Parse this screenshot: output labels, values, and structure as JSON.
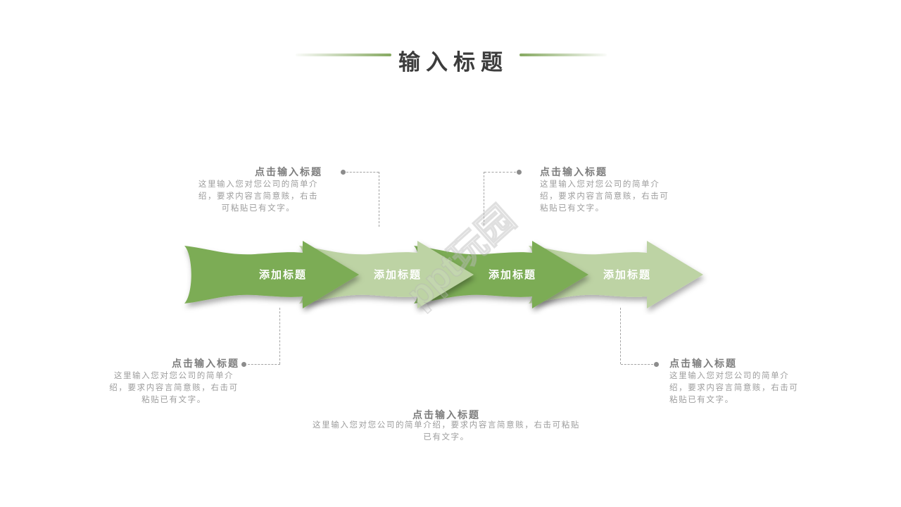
{
  "slide": {
    "title": "输入标题",
    "watermark": "ppt玩园",
    "arrows": [
      {
        "label": "添加标题",
        "tone": "dark"
      },
      {
        "label": "添加标题",
        "tone": "light"
      },
      {
        "label": "添加标题",
        "tone": "dark"
      },
      {
        "label": "添加标题",
        "tone": "light"
      }
    ],
    "callouts": {
      "top_left": {
        "heading": "点击输入标题",
        "body": "这里输入您对您公司的简单介绍，要求内容言简意赅，右击可粘贴已有文字。"
      },
      "top_right": {
        "heading": "点击输入标题",
        "body": "这里输入您对您公司的简单介绍，要求内容言简意赅，右击可粘贴已有文字。"
      },
      "bottom_left": {
        "heading": "点击输入标题",
        "body": "这里输入您对您公司的简单介绍，要求内容言简意赅，右击可粘贴已有文字。"
      },
      "bottom_center": {
        "heading": "点击输入标题",
        "body": "这里输入您对您公司的简单介绍，要求内容言简意赅，右击可粘贴已有文字。"
      },
      "bottom_right": {
        "heading": "点击输入标题",
        "body": "这里输入您对您公司的简单介绍，要求内容言简意赅，右击可粘贴已有文字。"
      }
    },
    "colors": {
      "arrow_dark": "#7cac55",
      "arrow_light": "#bdd3a4",
      "arrow_label": "#ffffff",
      "title_text": "#3c3c3c",
      "accent_line": "#86a961",
      "heading_text": "#7d7d7d",
      "body_text": "#9d9d9d",
      "connector": "#a3a3a3",
      "connector_dot": "#8c8c8c"
    }
  }
}
